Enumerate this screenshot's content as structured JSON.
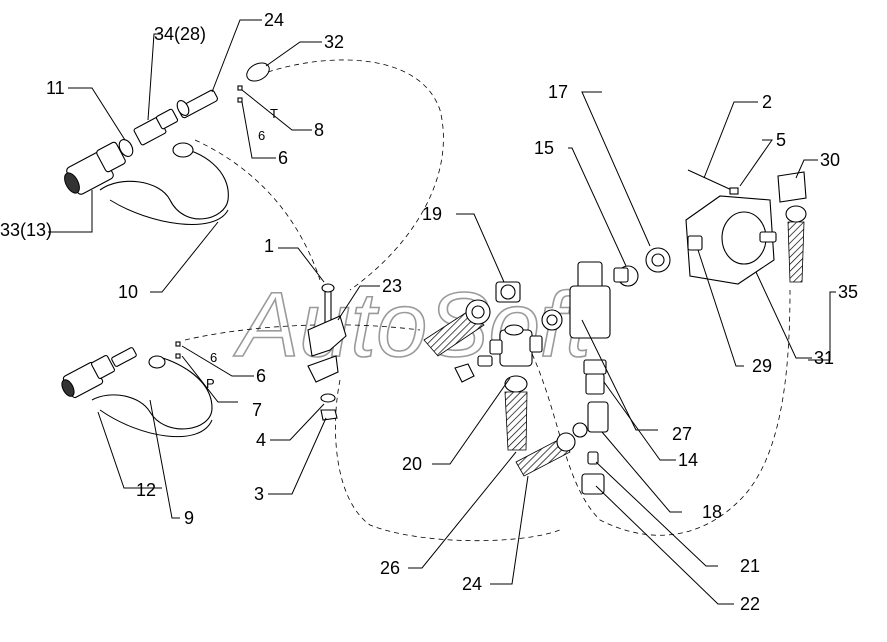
{
  "watermark": "AutoSoft",
  "callouts": [
    {
      "id": "c1",
      "text": "1"
    },
    {
      "id": "c2",
      "text": "2"
    },
    {
      "id": "c3",
      "text": "3"
    },
    {
      "id": "c4",
      "text": "4"
    },
    {
      "id": "c5",
      "text": "5"
    },
    {
      "id": "c6a",
      "text": "6"
    },
    {
      "id": "c6b",
      "text": "6"
    },
    {
      "id": "c7",
      "text": "7"
    },
    {
      "id": "c8",
      "text": "8"
    },
    {
      "id": "c9",
      "text": "9"
    },
    {
      "id": "c10",
      "text": "10"
    },
    {
      "id": "c11",
      "text": "11"
    },
    {
      "id": "c12",
      "text": "12"
    },
    {
      "id": "c14",
      "text": "14"
    },
    {
      "id": "c15",
      "text": "15"
    },
    {
      "id": "c17",
      "text": "17"
    },
    {
      "id": "c18",
      "text": "18"
    },
    {
      "id": "c19",
      "text": "19"
    },
    {
      "id": "c20",
      "text": "20"
    },
    {
      "id": "c21",
      "text": "21"
    },
    {
      "id": "c22",
      "text": "22"
    },
    {
      "id": "c23",
      "text": "23"
    },
    {
      "id": "c24a",
      "text": "24"
    },
    {
      "id": "c24b",
      "text": "24"
    },
    {
      "id": "c26",
      "text": "26"
    },
    {
      "id": "c27",
      "text": "27"
    },
    {
      "id": "c29",
      "text": "29"
    },
    {
      "id": "c30",
      "text": "30"
    },
    {
      "id": "c31",
      "text": "31"
    },
    {
      "id": "c32",
      "text": "32"
    },
    {
      "id": "c33",
      "text": "33(13)"
    },
    {
      "id": "c34",
      "text": "34(28)"
    },
    {
      "id": "c35",
      "text": "35"
    }
  ],
  "inline_labels": {
    "t_mark": "T",
    "six_top": "6",
    "six_mid": "6",
    "p_mark": "P"
  }
}
